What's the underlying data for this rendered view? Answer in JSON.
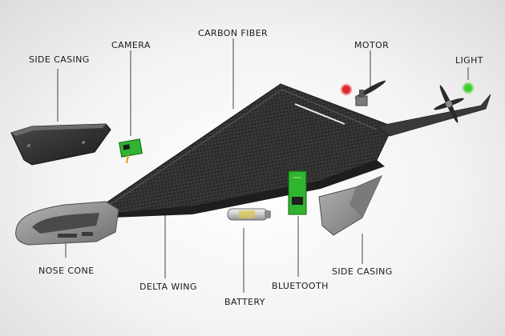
{
  "labels": {
    "side_casing_left": "SIDE CASING",
    "camera": "CAMERA",
    "carbon_fiber": "CARBON FIBER",
    "motor": "MOTOR",
    "light": "LIGHT",
    "nose_cone": "NOSE CONE",
    "delta_wing": "DELTA WING",
    "battery": "BATTERY",
    "bluetooth": "BLUETOOTH",
    "side_casing_right": "SIDE CASING"
  },
  "colors": {
    "background": "#f2f2f2",
    "carbon": "#2b2b2b",
    "pcb_green": "#2fb52f",
    "light_red": "#e0242c",
    "light_green": "#3ccf2a",
    "casing_grey": "#8c8c8c"
  }
}
